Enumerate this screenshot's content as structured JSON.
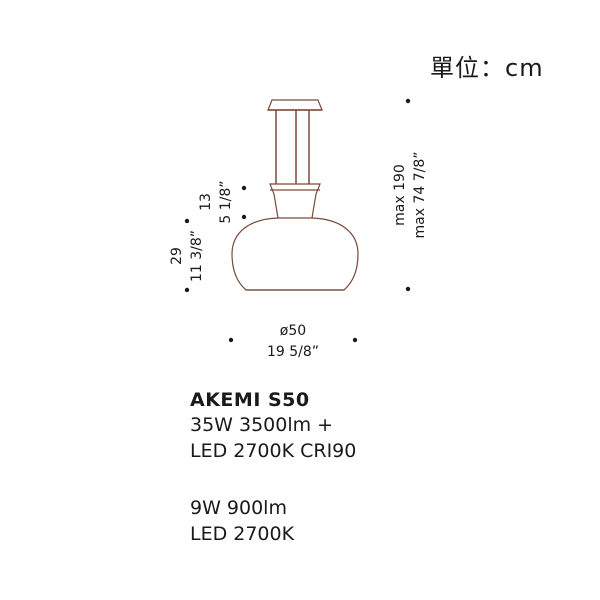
{
  "unit_label": "單位：cm",
  "dimensions": {
    "max_height": {
      "metric": "max 190",
      "imperial": "max 74 7/8”"
    },
    "total_height": {
      "metric": "29",
      "imperial": "11 3/8”"
    },
    "neck_height": {
      "metric": "13",
      "imperial": "5 1/8”"
    },
    "diameter": {
      "metric": "ø50",
      "imperial": "19 5/8”"
    }
  },
  "product": {
    "name": "AKEMI S50",
    "spec1_line1": "35W 3500lm +",
    "spec1_line2": "LED 2700K CRI90",
    "spec2_line1": "9W 900lm",
    "spec2_line2": "LED 2700K"
  },
  "colors": {
    "lamp_outline": "#7a4a3a",
    "dots": "#1a1a1a"
  }
}
